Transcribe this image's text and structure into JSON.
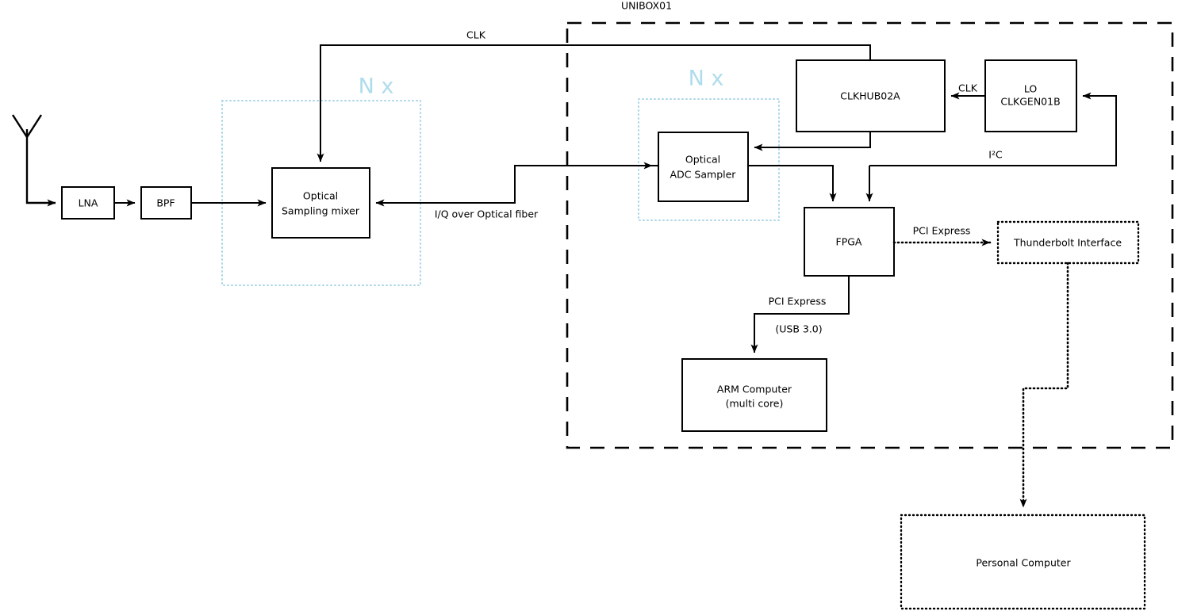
{
  "diagram": {
    "title": "UNIBOX01",
    "colors": {
      "line": "#000000",
      "group_accent": "#aedcec",
      "background": "#ffffff"
    },
    "enclosure": {
      "label": "UNIBOX01",
      "style": "dashed"
    },
    "groups": [
      {
        "id": "group-left",
        "label": "N x",
        "style": "dotted",
        "accent": "#aedcec"
      },
      {
        "id": "group-right",
        "label": "N x",
        "style": "dotted",
        "accent": "#aedcec"
      }
    ],
    "blocks": [
      {
        "id": "antenna",
        "label": "",
        "style": "icon"
      },
      {
        "id": "lna",
        "label": "LNA",
        "style": "solid"
      },
      {
        "id": "bpf",
        "label": "BPF",
        "style": "solid"
      },
      {
        "id": "mixer",
        "label_line1": "Optical",
        "label_line2": "Sampling mixer",
        "style": "solid"
      },
      {
        "id": "adc",
        "label_line1": "Optical",
        "label_line2": "ADC Sampler",
        "style": "solid"
      },
      {
        "id": "clkhub",
        "label": "CLKHUB02A",
        "style": "solid"
      },
      {
        "id": "lo",
        "label_line1": "LO",
        "label_line2": "CLKGEN01B",
        "style": "solid"
      },
      {
        "id": "fpga",
        "label": "FPGA",
        "style": "solid"
      },
      {
        "id": "arm",
        "label_line1": "ARM Computer",
        "label_line2": "(multi core)",
        "style": "solid"
      },
      {
        "id": "thunderbolt",
        "label": "Thunderbolt Interface",
        "style": "dotted"
      },
      {
        "id": "pc",
        "label": "Personal Computer",
        "style": "dotted"
      }
    ],
    "connections": [
      {
        "id": "clk-top",
        "label": "CLK",
        "style": "solid"
      },
      {
        "id": "iq-fiber",
        "label": "I/Q over Optical fiber",
        "style": "solid"
      },
      {
        "id": "clk-lo-hub",
        "label": "CLK",
        "style": "solid"
      },
      {
        "id": "i2c",
        "label": "I²C",
        "style": "solid"
      },
      {
        "id": "pcie-thunder",
        "label": "PCI Express",
        "style": "dotted"
      },
      {
        "id": "pcie-arm",
        "label": "PCI Express",
        "style": "solid"
      },
      {
        "id": "pcie-arm-alt",
        "label": "(USB 3.0)",
        "style": "solid"
      }
    ]
  }
}
